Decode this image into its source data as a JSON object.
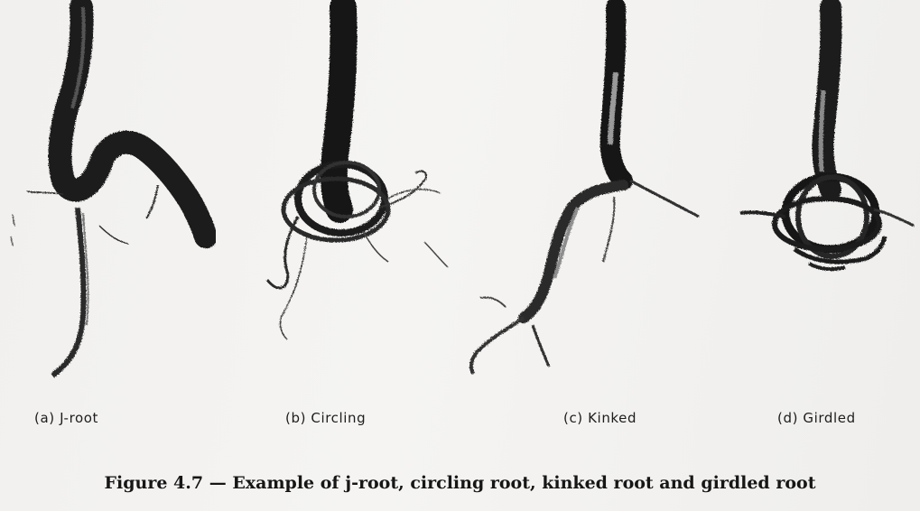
{
  "figure": {
    "panels": [
      {
        "label": "(a) J-root",
        "illustration": "j-root"
      },
      {
        "label": "(b) Circling",
        "illustration": "circling-root"
      },
      {
        "label": "(c) Kinked",
        "illustration": "kinked-root"
      },
      {
        "label": "(d) Girdled",
        "illustration": "girdled-root"
      }
    ],
    "caption": "Figure 4.7 — Example of j-root, circling root, kinked root and girdled root",
    "colors": {
      "paper": "#f3f2f0",
      "ink": "#1a1a1a"
    }
  }
}
